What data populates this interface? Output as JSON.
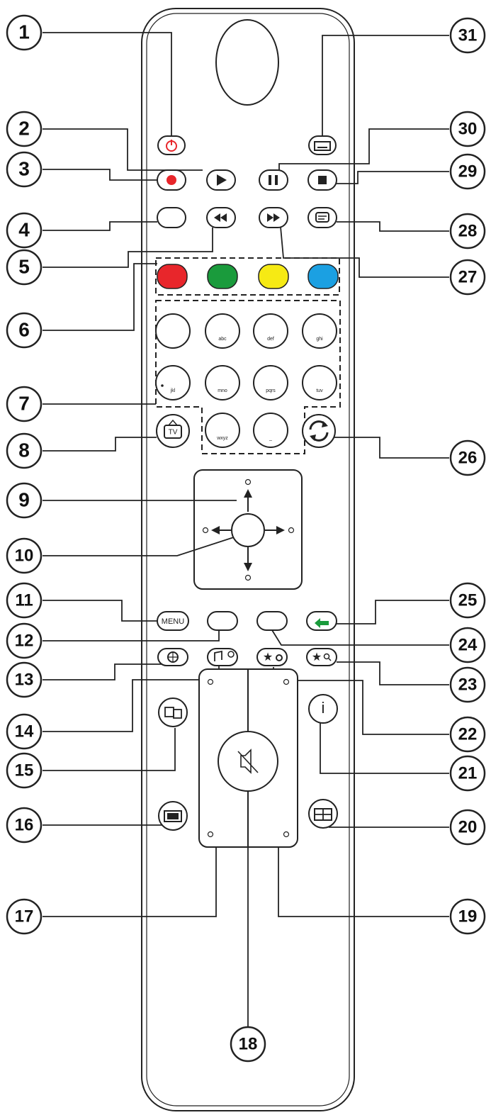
{
  "callouts": [
    "1",
    "2",
    "3",
    "4",
    "5",
    "6",
    "7",
    "8",
    "9",
    "10",
    "11",
    "12",
    "13",
    "14",
    "15",
    "16",
    "17",
    "18",
    "19",
    "20",
    "21",
    "22",
    "23",
    "24",
    "25",
    "26",
    "27",
    "28",
    "29",
    "30",
    "31"
  ],
  "keypad": {
    "row1": [
      "",
      "abc",
      "def",
      "ghi"
    ],
    "row2": [
      "jkl",
      "mno",
      "pqrs",
      "tuv"
    ],
    "row3": [
      "wxyz",
      "_"
    ]
  },
  "labels": {
    "tv": "TV",
    "menu": "MENU",
    "info": "i"
  },
  "colors": {
    "red": "#e8262b",
    "green": "#1a9b3c",
    "yellow": "#f6ea14",
    "blue": "#1ba0e2",
    "power": "#e8262b",
    "record": "#e8262b"
  }
}
